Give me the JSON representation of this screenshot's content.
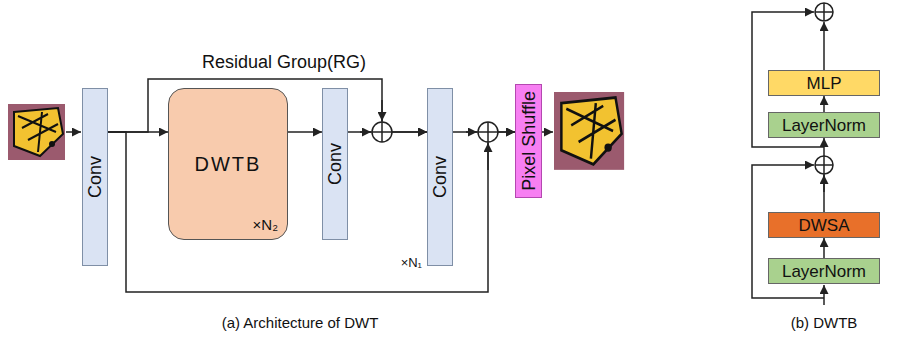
{
  "diagram": {
    "nodes": [
      {
        "text": [
          "Conv"
        ]
      },
      {
        "text": [
          "Residual Group(RG)",
          "×N₁"
        ]
      },
      {
        "text": [
          "DWTB",
          "×N₂"
        ],
        "in": 1
      },
      {
        "text": [
          "Conv"
        ],
        "in": 1
      },
      {
        "text": [
          "Conv"
        ]
      },
      {
        "text": [
          "Pixel Shuffle"
        ]
      },
      {
        "text": [
          "MLP"
        ]
      },
      {
        "text": [
          "LayerNorm"
        ]
      },
      {
        "text": [
          "DWSA"
        ]
      },
      {
        "text": [
          "LayerNorm"
        ]
      }
    ],
    "edges": [
      {
        "from": 0,
        "to": 2,
        "arrow": "to"
      },
      {
        "from": 0,
        "to": 4,
        "arrow": "to"
      },
      {
        "from": 2,
        "to": 3,
        "arrow": "to"
      },
      {
        "from": 3,
        "to": 4,
        "arrow": "to"
      },
      {
        "from": 0,
        "to": 5,
        "arrow": "to"
      },
      {
        "from": 4,
        "to": 5,
        "arrow": "to"
      },
      {
        "from": 9,
        "to": 8,
        "arrow": "to"
      },
      {
        "from": 8,
        "to": 7,
        "arrow": "to"
      },
      {
        "from": 7,
        "to": 6,
        "arrow": "to"
      }
    ],
    "labels": [
      "(a) Architecture of DWT",
      "(b) DWTB"
    ]
  }
}
